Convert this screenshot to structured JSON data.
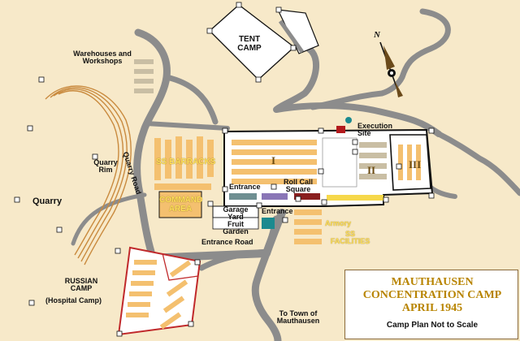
{
  "title": {
    "line1": "MAUTHAUSEN",
    "line2": "CONCENTRATION CAMP",
    "line3": "APRIL 1945",
    "subtitle": "Camp Plan Not to Scale"
  },
  "labels": {
    "tent_camp": "TENT CAMP",
    "warehouses": "Warehouses and Workshops",
    "quarry_road": "Quarry Road",
    "quarry_rim": "Quarry Rim",
    "quarry": "Quarry",
    "ss_barracks": "SS BARRACKS",
    "command_area": "COMMAND AREA",
    "entrance_1": "Entrance",
    "roll_call": "Roll Call Square",
    "execution_site": "Execution Site",
    "garage_yard": "Garage Yard",
    "entrance_2": "Entrance",
    "fruit_garden": "Fruit Garden",
    "armory": "Armory",
    "ss_facilities": "SS FACILITIES",
    "entrance_road": "Entrance Road",
    "russian_camp": "RUSSIAN CAMP",
    "hospital_camp": "(Hospital Camp)",
    "to_town": "To Town of Mauthausen",
    "compass_n": "N",
    "block_i": "I",
    "block_ii": "II",
    "block_iii": "III"
  },
  "colors": {
    "background": "#f7e9c9",
    "road": "#8c8c8c",
    "barracks": "#f4c06f",
    "camp_wall": "#ffffff",
    "quarry_rim": "#c98a3e",
    "russian_fence": "#c0292b",
    "title_text": "#b88400"
  },
  "icons": [
    "compass-icon",
    "camera-marker-icon"
  ]
}
